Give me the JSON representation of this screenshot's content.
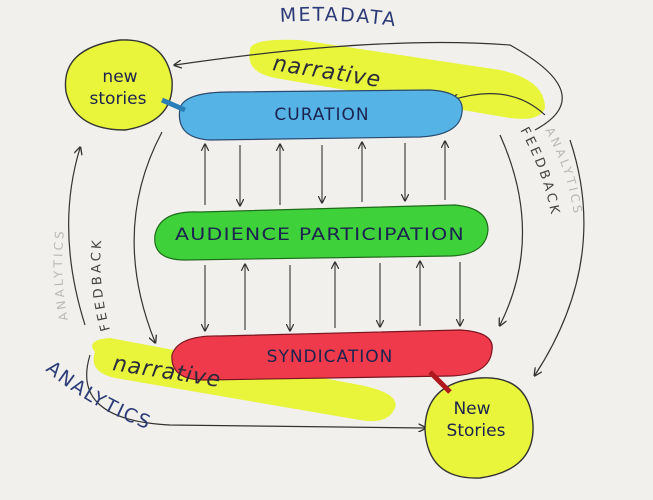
{
  "labels": {
    "metadata": "METADATA",
    "analytics": "ANALYTICS",
    "feedback_left": "FEEDBACK",
    "feedback_right": "FEEDBACK",
    "analytics_ghost_left": "ANALYTICS",
    "analytics_ghost_right": "ANALYTICS",
    "narrative_top": "narrative",
    "narrative_bottom": "narrative",
    "curation": "CURATION",
    "audience_participation": "AUDIENCE PARTICIPATION",
    "syndication": "SYNDICATION",
    "new_stories_top_line1": "new",
    "new_stories_top_line2": "stories",
    "new_stories_bottom_line1": "New",
    "new_stories_bottom_line2": "Stories"
  },
  "colors": {
    "yellow_highlight": "#e9f53a",
    "curation_blue": "#56b3e6",
    "participation_green": "#3fd13a",
    "syndication_red": "#ee3a4a",
    "ink": "#222222",
    "lettering_blue": "#2d3a78"
  }
}
